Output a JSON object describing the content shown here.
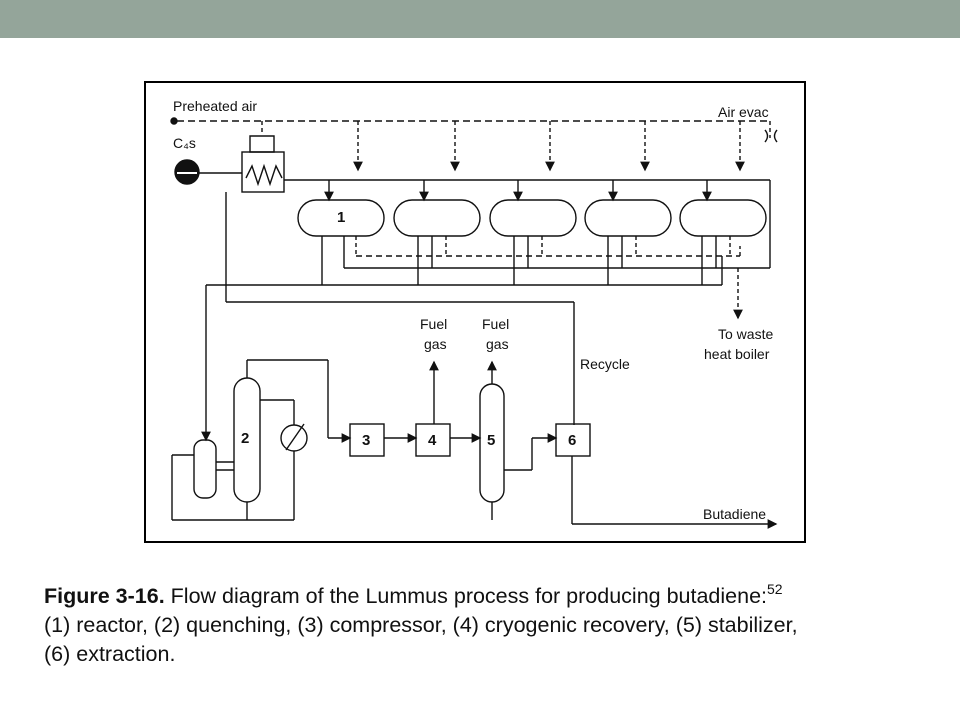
{
  "header": {
    "bar_color": "#94a59a"
  },
  "diagram": {
    "labels": {
      "preheated_air": "Preheated air",
      "air_evac": "Air evac",
      "c4s": "C₄s",
      "fuel_gas_1": [
        "Fuel",
        "gas"
      ],
      "fuel_gas_2": [
        "Fuel",
        "gas"
      ],
      "recycle": "Recycle",
      "to_waste": [
        "To waste",
        "heat boiler"
      ],
      "butadiene": "Butadiene"
    },
    "units": {
      "reactor": "1",
      "quench": "2",
      "compressor": "3",
      "cryogenic": "4",
      "stabilizer": "5",
      "extraction": "6"
    }
  },
  "caption": {
    "figure_label": "Figure 3-16.",
    "title": " Flow diagram of the Lummus process for producing butadiene:",
    "ref": "52",
    "line2": "(1) reactor, (2) quenching, (3) compressor, (4) cryogenic recovery, (5) stabilizer,",
    "line3": "(6) extraction."
  }
}
